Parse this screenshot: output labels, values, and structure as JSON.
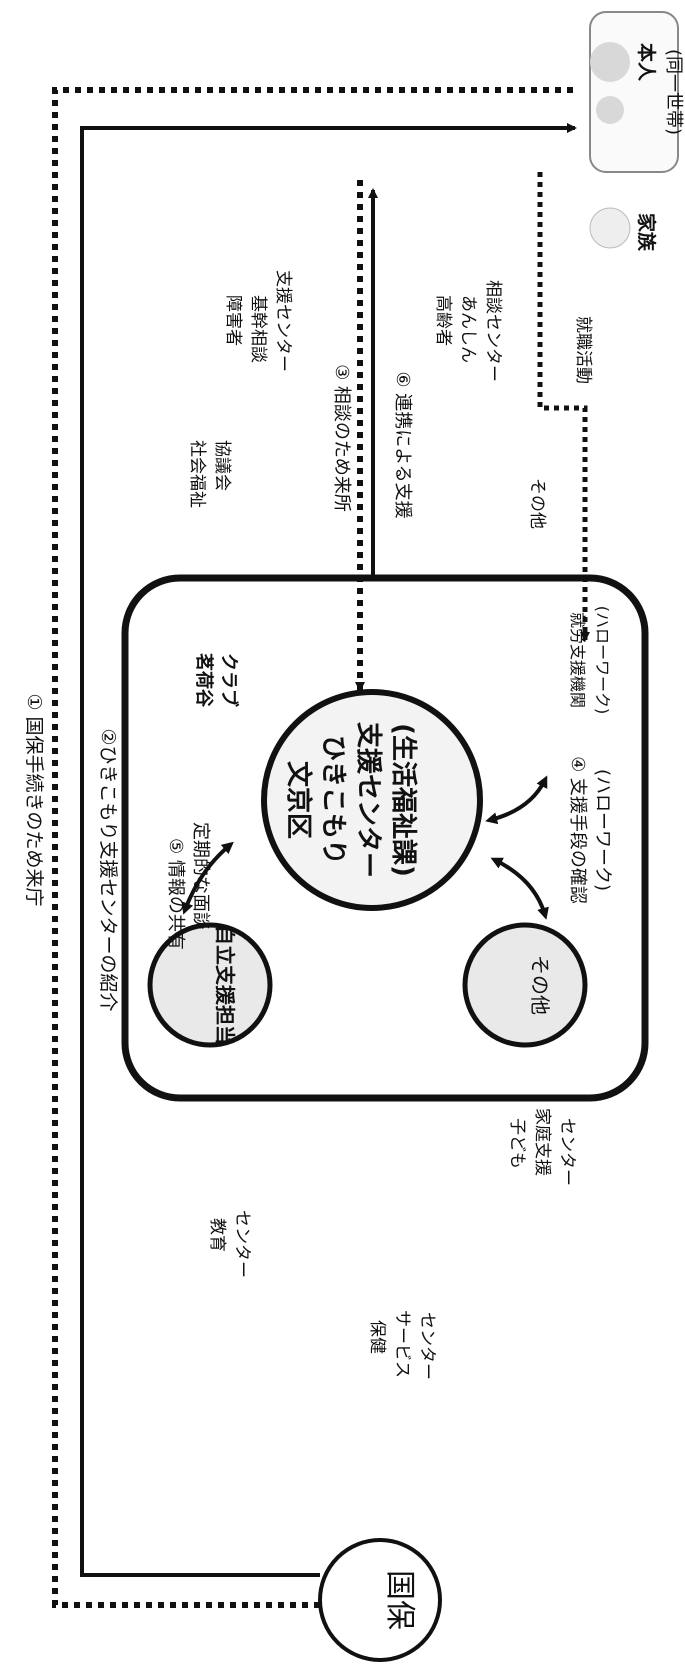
{
  "people": {
    "self": "本人",
    "family": "家族",
    "household_note": "(同一世帯)"
  },
  "flows": {
    "f1": "① 国保手続きのため来庁",
    "f2": "②ひきこもり支援センターの紹介",
    "f3": "③ 相談のため来所",
    "f4_line1": "④ 支援手段の確認",
    "f4_line2": "(ハローワーク)",
    "f5_line1": "⑤ 情報の共有",
    "f5_line2": "定期的な面談",
    "f6": "⑥ 連携による支援",
    "job_hunting": "就職活動"
  },
  "center": {
    "line1": "文京区",
    "line2": "ひきこもり",
    "line3": "支援センター",
    "line4": "(生活福祉課)"
  },
  "circles": {
    "independence": "自立支援担当",
    "other": "その他"
  },
  "inside_labels": {
    "club_line1": "茗荷谷",
    "club_line2": "クラブ",
    "job_agency_line1": "就労支援機関",
    "job_agency_line2": "(ハローワーク)"
  },
  "outside_orgs": {
    "disability_center": [
      "障害者",
      "基幹相談",
      "支援センター"
    ],
    "social_welfare": [
      "社会福祉",
      "協議会"
    ],
    "elderly_center": [
      "高齢者",
      "あんしん",
      "相談センター"
    ],
    "other": "その他",
    "child_family_center": [
      "子ども",
      "家庭支援",
      "センター"
    ],
    "education_center": [
      "教育",
      "センター"
    ],
    "health_center": [
      "保健",
      "サービス",
      "センター"
    ]
  },
  "kokuho": "国保"
}
